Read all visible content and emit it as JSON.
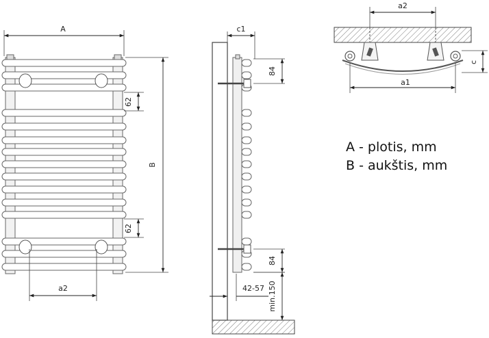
{
  "front_view": {
    "width_label": "A",
    "height_label": "B",
    "pitch_top": "62",
    "pitch_bottom": "62",
    "connection_spacing": "a2"
  },
  "side_view": {
    "offset_label": "c1",
    "top_distance": "84",
    "bottom_distance": "84",
    "wall_distance": "42-57",
    "floor_clearance": "min.150"
  },
  "top_view": {
    "connection_spacing": "a2",
    "arc_width": "a1",
    "depth_label": "c"
  },
  "legend": {
    "a_text": "A - plotis, mm",
    "b_text": "B - aukštis, mm"
  }
}
